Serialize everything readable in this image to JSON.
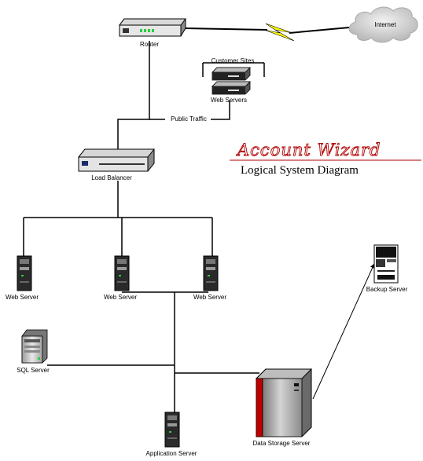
{
  "brand": {
    "logo_text": "Account Wizard",
    "subtitle": "Logical System Diagram",
    "logo_color": "#b00000"
  },
  "labels": {
    "router": "Router",
    "internet": "Internet",
    "customer_sites": "Customer Sites",
    "web_servers": "Web Servers",
    "public_traffic": "Public Traffic",
    "load_balancer": "Load Balancer",
    "web_server_1": "Web Server",
    "web_server_2": "Web Server",
    "web_server_3": "Web Server",
    "backup_server": "Backup Server",
    "sql_server": "SQL Server",
    "data_storage_server": "Data Storage Server",
    "application_server": "Application Server"
  },
  "colors": {
    "line": "#000000",
    "lightning": "#ffff00",
    "cloud": "#d8d8d8",
    "storage_red": "#c00000"
  }
}
